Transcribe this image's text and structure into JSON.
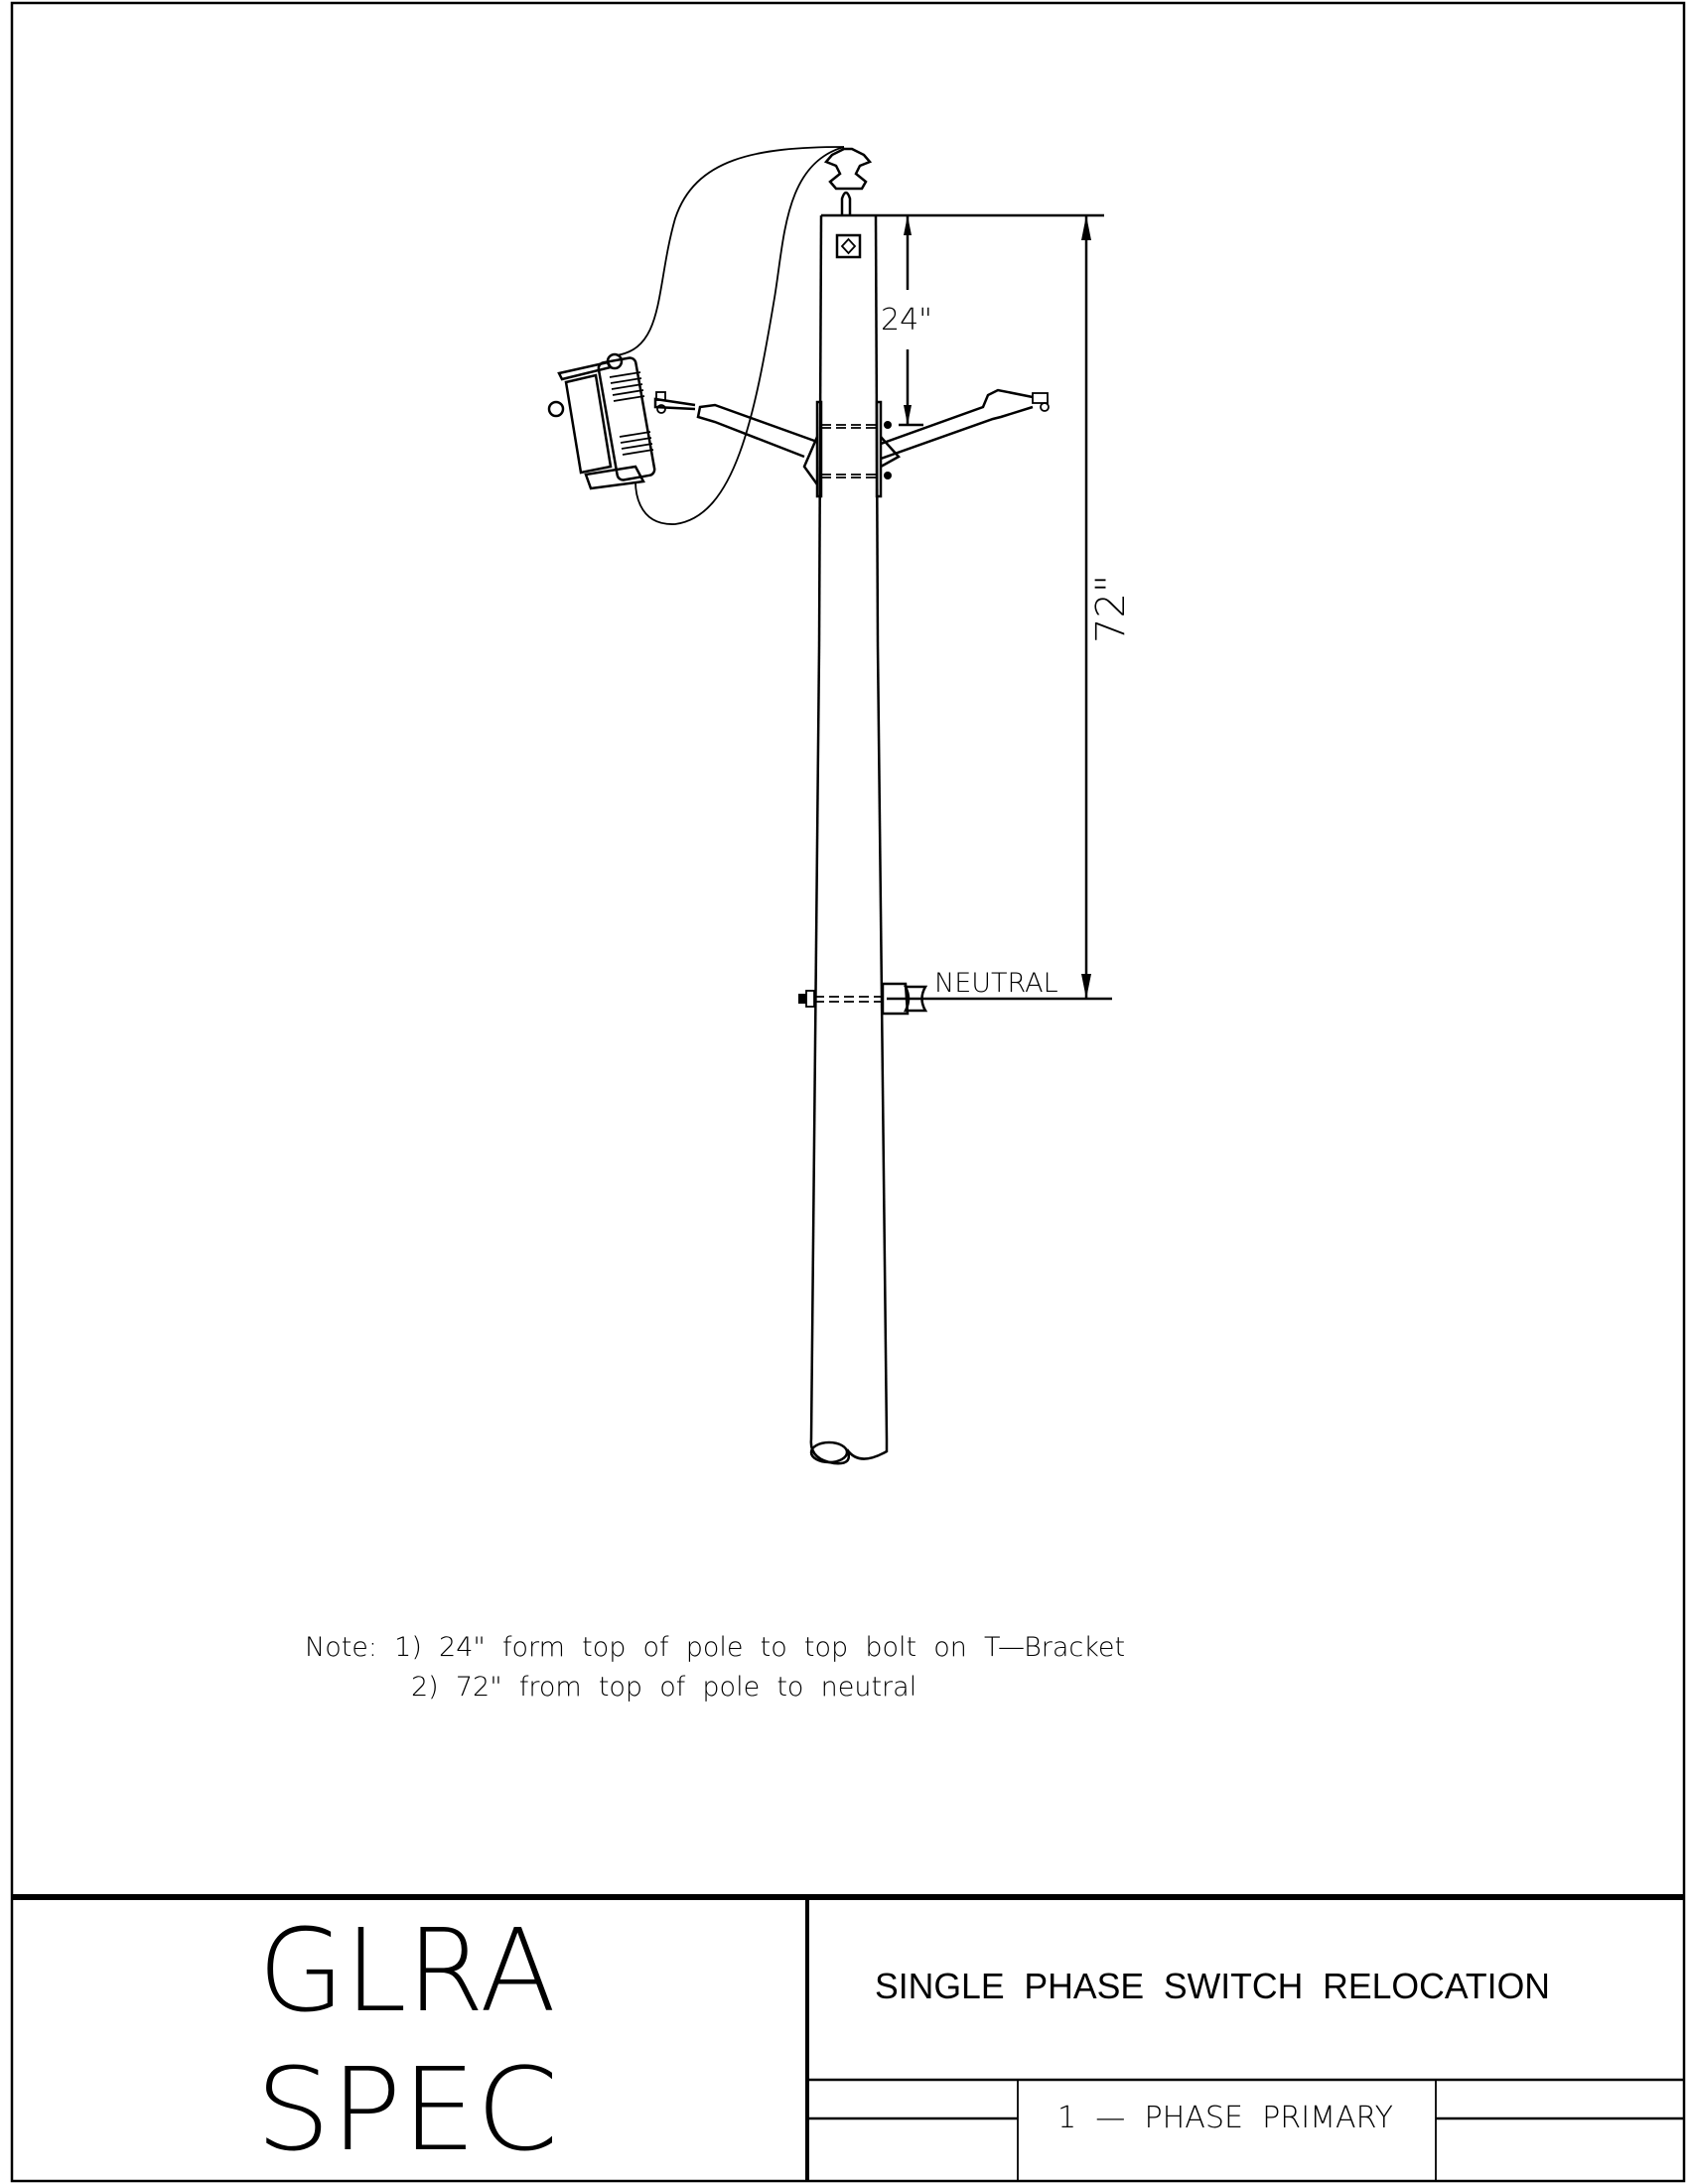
{
  "drawing": {
    "dim_top_bracket": "24\"",
    "dim_neutral": "72\"",
    "neutral_label": "NEUTRAL",
    "notes": [
      "Note:  1)  24\"  form  top  of  pole  to  top  bolt  on  T—Bracket",
      "2)  72\"  from  top  of  pole  to  neutral"
    ]
  },
  "title_block": {
    "logo_line1": "GLRA",
    "logo_line2": "SPEC",
    "title": "SINGLE  PHASE  SWITCH  RELOCATION",
    "subtitle": "1  —  PHASE  PRIMARY"
  }
}
